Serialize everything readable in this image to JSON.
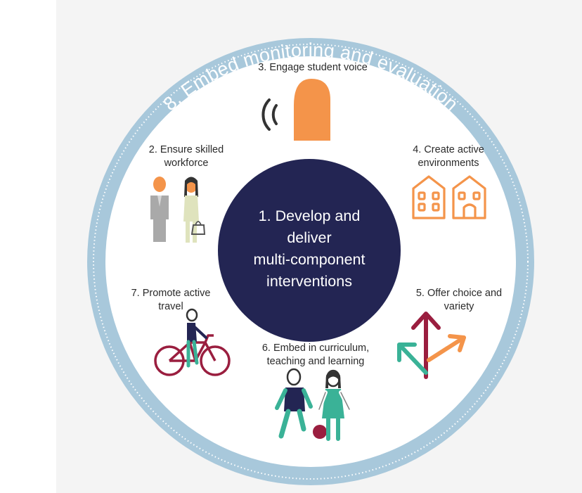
{
  "outer_ring": {
    "title": "8. Embed monitoring and evaluation"
  },
  "center": {
    "lines": [
      "1. Develop and",
      "deliver",
      "multi-component",
      "interventions"
    ]
  },
  "steps": {
    "skilled_workforce": {
      "lines": [
        "2. Ensure skilled",
        "workforce"
      ]
    },
    "student_voice": {
      "lines": [
        "3. Engage student voice"
      ]
    },
    "active_environments": {
      "lines": [
        "4. Create active",
        "environments"
      ]
    },
    "choice_variety": {
      "lines": [
        "5. Offer choice and",
        "variety"
      ]
    },
    "curriculum": {
      "lines": [
        "6. Embed in curriculum,",
        "teaching and learning"
      ]
    },
    "active_travel": {
      "lines": [
        "7. Promote active",
        "travel"
      ]
    }
  },
  "icons": {
    "student_voice": "speaking-head-icon",
    "skilled_workforce": "staff-figures-icon",
    "active_environments": "houses-icon",
    "choice_variety": "branching-arrows-icon",
    "curriculum": "pupils-with-ball-icon",
    "active_travel": "cyclist-icon"
  },
  "colors": {
    "ring": "#a8c8db",
    "center": "#232553",
    "orange": "#f4944a",
    "teal": "#3ab297",
    "maroon": "#9a1e3f",
    "grey": "#a9a9a9"
  }
}
